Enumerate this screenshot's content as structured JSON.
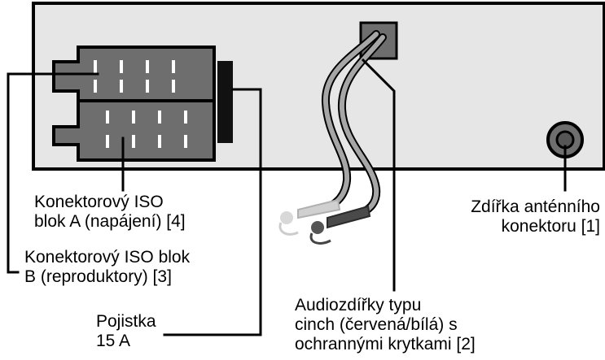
{
  "labels": {
    "iso_a_line1": "Konektorový ISO",
    "iso_a_line2": "blok A (napájení) [4]",
    "iso_b_line1": "Konektorový ISO blok",
    "iso_b_line2": "B (reproduktory) [3]",
    "fuse_line1": "Pojistka",
    "fuse_line2": "15 A",
    "antenna_line1": "Zdířka anténního",
    "antenna_line2": "konektoru [1]",
    "audio_line1": "Audiozdířky typu",
    "audio_line2": "cinch (červená/bílá) s",
    "audio_line3": "ochrannými krytkami [2]"
  },
  "colors": {
    "panel": "#e6e6e6",
    "iso_block": "#6e6e6e",
    "fuse": "#111111",
    "cable": "#a6a6a6",
    "red_plug": "#4a4a4a",
    "white_plug": "#d0d0d0"
  }
}
